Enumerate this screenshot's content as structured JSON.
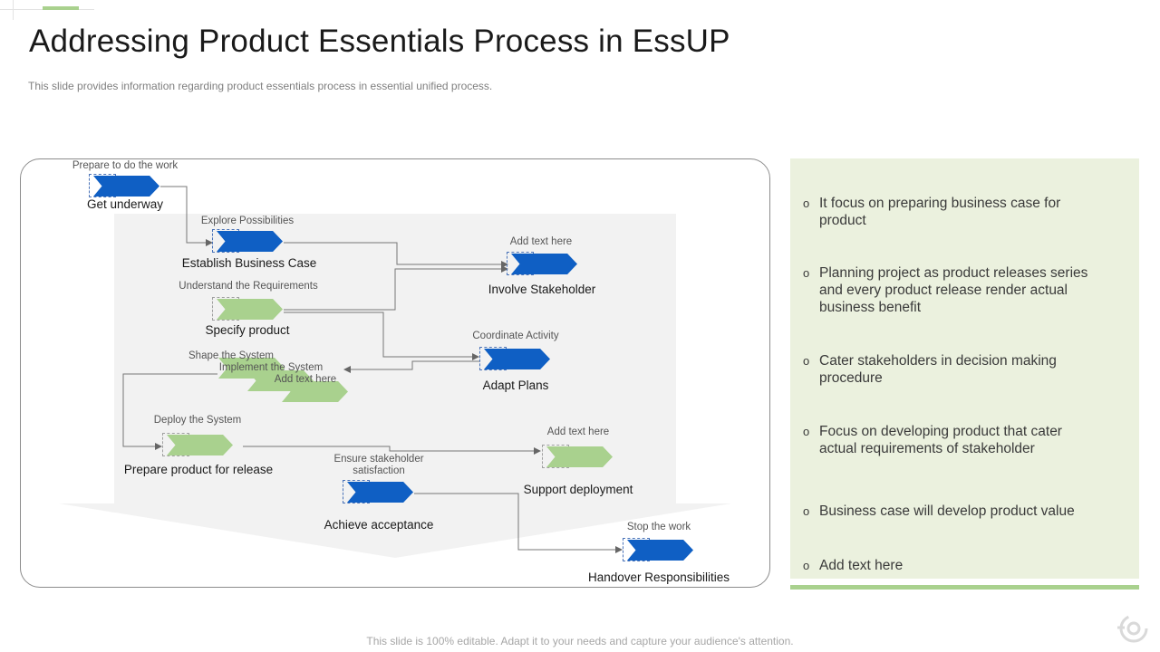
{
  "title": "Addressing Product Essentials Process in EssUP",
  "subtitle": "This slide provides information regarding product essentials process in essential unified process.",
  "footer": "This slide is 100% editable. Adapt it to your needs and capture your audience's attention.",
  "colors": {
    "accent_green": "#a9d18e",
    "chevron_blue": "#0f5fc4",
    "panel_bg": "#ebf1de",
    "diagram_bg": "#f2f2f2"
  },
  "diagram": {
    "steps": [
      {
        "phase": "Prepare to do the work",
        "name": "Get underway",
        "color": "blue"
      },
      {
        "phase": "Explore Possibilities",
        "name": "Establish Business Case",
        "color": "blue"
      },
      {
        "phase": "Add text here",
        "name": "Involve Stakeholder",
        "color": "blue"
      },
      {
        "phase": "Understand the Requirements",
        "name": "Specify product",
        "color": "green"
      },
      {
        "phase": "Coordinate Activity",
        "name": "Adapt Plans",
        "color": "blue"
      },
      {
        "phase": "Shape the System",
        "name": "",
        "color": "green"
      },
      {
        "phase": "Implement the System",
        "name": "",
        "color": "green"
      },
      {
        "phase": "Add text here",
        "name": "",
        "color": "green"
      },
      {
        "phase": "Deploy the System",
        "name": "Prepare product for release",
        "color": "green"
      },
      {
        "phase": "Add text here",
        "name": "Support deployment",
        "color": "green"
      },
      {
        "phase": "Ensure stakeholder satisfaction",
        "name": "Achieve acceptance",
        "color": "blue"
      },
      {
        "phase": "Stop the work",
        "name": "Handover Responsibilities",
        "color": "blue"
      }
    ]
  },
  "panel": {
    "bullet_marker": "o",
    "bullets": [
      "It focus on preparing business case for product",
      "Planning project as product releases series and every product release render actual business benefit",
      "Cater stakeholders in decision making procedure",
      "Focus on developing product that cater actual requirements of stakeholder",
      "Business case will develop product value",
      "Add text here"
    ]
  },
  "icons": {
    "corner": "brand-swirl-icon"
  }
}
